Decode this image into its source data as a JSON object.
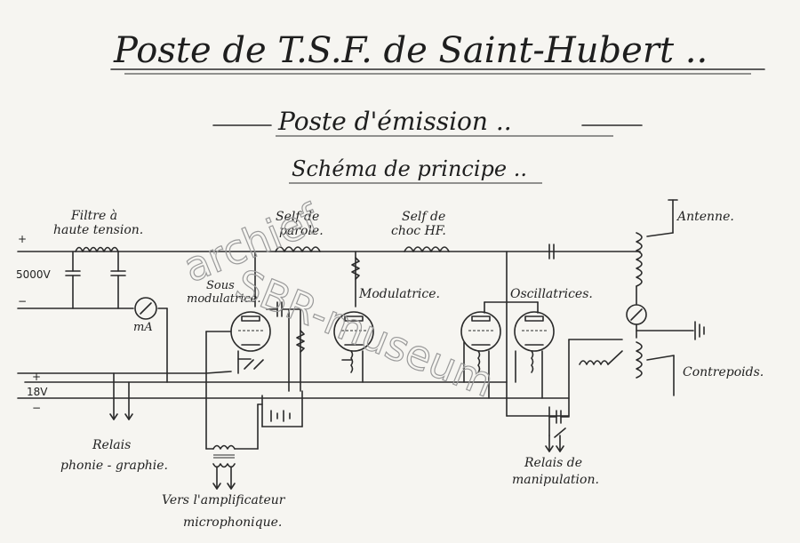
{
  "title": "Poste de T.S.F. de Saint-Hubert ..",
  "subtitle": "Poste d'émission ..",
  "section": "Schéma de principe ..",
  "labels": {
    "filtre_1": "Filtre à",
    "filtre_2": "haute tension.",
    "self_parole_1": "Self de",
    "self_parole_2": "parole.",
    "self_choc_1": "Self de",
    "self_choc_2": "choc HF.",
    "antenne": "Antenne.",
    "plus_top": "+",
    "voltage": "5000V",
    "minus_top": "−",
    "ma": "mA",
    "sous_mod_1": "Sous",
    "sous_mod_2": "modulatrice.",
    "modulatrice": "Modulatrice.",
    "oscillatrices": "Oscillatrices.",
    "contrepoids": "Contrepoids.",
    "plus_low": "+",
    "v18": "18V",
    "minus_low": "−",
    "relais_1": "Relais",
    "relais_2": "phonie - graphie.",
    "manip_1": "Relais de",
    "manip_2": "manipulation.",
    "ampli_1": "Vers l'amplificateur",
    "ampli_2": "microphonique."
  },
  "watermark": {
    "line1": "archief",
    "line2": "SBR-museum"
  }
}
